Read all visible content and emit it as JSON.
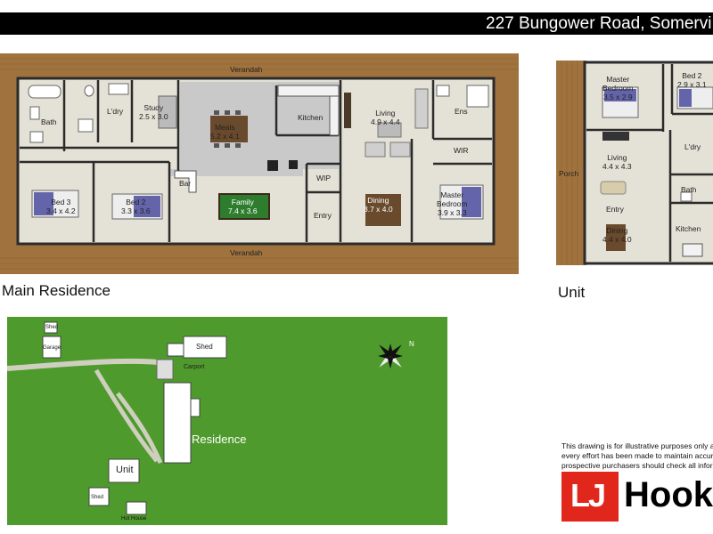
{
  "header": {
    "title": "227 Bungower Road, Somervi"
  },
  "captions": {
    "main": "Main Residence",
    "unit": "Unit"
  },
  "main_plan": {
    "verandah_top": "Verandah",
    "verandah_bottom": "Verandah",
    "rooms": {
      "bath": "Bath",
      "laundry": "L'dry",
      "study": {
        "name": "Study",
        "size": "2.5 x 3.0"
      },
      "meals": {
        "name": "Meals",
        "size": "5.2 x 4.1"
      },
      "kitchen": "Kitchen",
      "living": {
        "name": "Living",
        "size": "4.9 x 4.4"
      },
      "ensuite": "Ens",
      "wir": "WIR",
      "bed3": {
        "name": "Bed 3",
        "size": "3.4 x 4.2"
      },
      "bed2": {
        "name": "Bed 2",
        "size": "3.3 x 3.6"
      },
      "bar": "Bar",
      "family": {
        "name": "Family",
        "size": "7.4 x 3.6"
      },
      "wip": "WIP",
      "entry": "Entry",
      "dining": {
        "name": "Dining",
        "size": "3.7 x 4.0"
      },
      "master": {
        "name": "Master",
        "name2": "Bedroom",
        "size": "3.9 x 3.3"
      }
    }
  },
  "unit_plan": {
    "rooms": {
      "master": {
        "name": "Master",
        "name2": "Bedroom",
        "size": "3.5 x 2.9"
      },
      "bed2": {
        "name": "Bed 2",
        "size": "2.9 x 3.1"
      },
      "living": {
        "name": "Living",
        "size": "4.4 x 4.3"
      },
      "laundry": "L'dry",
      "porch": "Porch",
      "entry": "Entry",
      "bath": "Bath",
      "dining": {
        "name": "Dining",
        "size": "4.4 x 4.0"
      },
      "kitchen": "Kitchen"
    }
  },
  "site_plan": {
    "labels": {
      "shed_small": "Shed",
      "garage": "Garage",
      "shed_top": "Shed",
      "carport": "Carport",
      "residence": "Residence",
      "unit": "Unit",
      "shed_bottom": "Shed",
      "hot_house": "Hot House"
    },
    "compass": {
      "north": "N"
    },
    "colors": {
      "grass": "#4e9a2c",
      "driveway": "#cfcfc0"
    }
  },
  "disclaimer": {
    "line1": "This drawing is for illustrative purposes only and",
    "line2": "every effort has been made to maintain accuracy",
    "line3": "prospective purchasers should check all informa"
  },
  "logo": {
    "lj": "LJ",
    "hooker": "Hooke",
    "colors": {
      "red": "#e1261c",
      "black": "#000000"
    }
  }
}
